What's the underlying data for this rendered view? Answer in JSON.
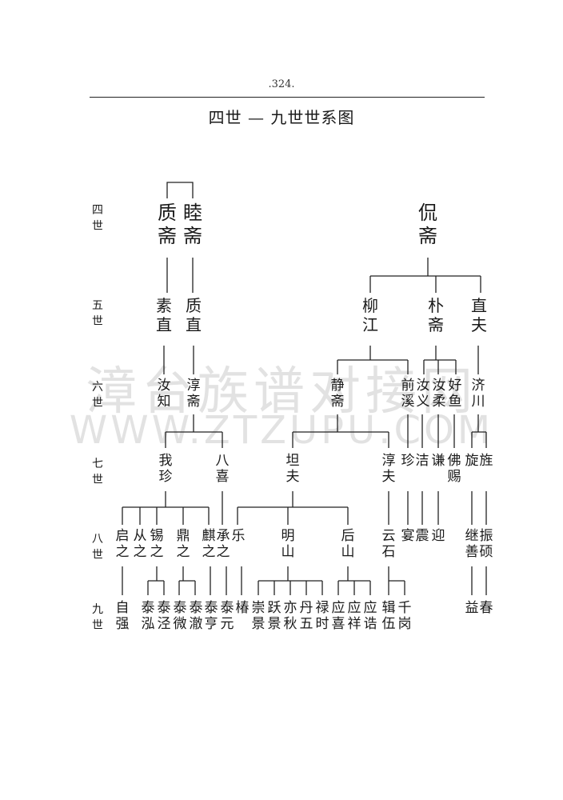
{
  "page_number": ".324.",
  "title": "四世 — 九世世系图",
  "generations": [
    "四世",
    "五世",
    "六世",
    "七世",
    "八世",
    "九世"
  ],
  "watermark": {
    "line1": "漳台族谱对接网",
    "line2": "WWW.ZTZUPU.COM"
  },
  "persons": {
    "g4": [
      {
        "id": "zhizhai",
        "name": "质斋"
      },
      {
        "id": "muzhai",
        "name": "睦斋"
      },
      {
        "id": "kanzhai",
        "name": "侃斋"
      }
    ],
    "g5": [
      {
        "id": "suzhi",
        "name": "素直"
      },
      {
        "id": "zhizhi",
        "name": "质直"
      },
      {
        "id": "liujiang",
        "name": "柳江"
      },
      {
        "id": "puzhai",
        "name": "朴斋"
      },
      {
        "id": "zhifu",
        "name": "直夫"
      }
    ],
    "g6": [
      {
        "id": "ruzhi",
        "name": "汝知"
      },
      {
        "id": "chunzhai",
        "name": "淳斋"
      },
      {
        "id": "jingzhai",
        "name": "静斋"
      },
      {
        "id": "qianxi",
        "name": "前溪"
      },
      {
        "id": "ruyi",
        "name": "汝义"
      },
      {
        "id": "rurou",
        "name": "汝柔"
      },
      {
        "id": "haoyu",
        "name": "好鱼"
      },
      {
        "id": "jichuan",
        "name": "济川"
      }
    ],
    "g7": [
      {
        "id": "wozhen",
        "name": "我珍"
      },
      {
        "id": "baxi",
        "name": "八喜"
      },
      {
        "id": "tanfu",
        "name": "坦夫"
      },
      {
        "id": "chunfu",
        "name": "淳夫"
      },
      {
        "id": "zhen",
        "name": "珍"
      },
      {
        "id": "jie",
        "name": "洁"
      },
      {
        "id": "qian",
        "name": "谦"
      },
      {
        "id": "foci",
        "name": "佛赐"
      },
      {
        "id": "xuan",
        "name": "旋"
      },
      {
        "id": "jing",
        "name": "旌"
      }
    ],
    "g8": [
      {
        "id": "qizhi",
        "name": "启之"
      },
      {
        "id": "congzhi",
        "name": "从之"
      },
      {
        "id": "xizhi",
        "name": "锡之"
      },
      {
        "id": "dingzhi",
        "name": "鼎之"
      },
      {
        "id": "qilinzhi",
        "name": "麒之"
      },
      {
        "id": "chengzhi",
        "name": "承之"
      },
      {
        "id": "le",
        "name": "乐"
      },
      {
        "id": "mingshan",
        "name": "明山"
      },
      {
        "id": "houshan",
        "name": "后山"
      },
      {
        "id": "yunshi",
        "name": "云石"
      },
      {
        "id": "yan",
        "name": "宴"
      },
      {
        "id": "zhen2",
        "name": "震"
      },
      {
        "id": "ying",
        "name": "迎"
      },
      {
        "id": "jishan",
        "name": "继善"
      },
      {
        "id": "zhenshuo",
        "name": "振硕"
      }
    ],
    "g9": [
      {
        "id": "ziqiang",
        "name": "自强"
      },
      {
        "id": "taihong",
        "name": "泰泓"
      },
      {
        "id": "taijing",
        "name": "泰泾"
      },
      {
        "id": "taiwei",
        "name": "泰微"
      },
      {
        "id": "taiche",
        "name": "泰澈"
      },
      {
        "id": "taiheng",
        "name": "泰亨"
      },
      {
        "id": "taiyuan",
        "name": "泰元"
      },
      {
        "id": "chun",
        "name": "椿"
      },
      {
        "id": "chongjing",
        "name": "崇景"
      },
      {
        "id": "yuejing",
        "name": "跃景"
      },
      {
        "id": "yiqiu",
        "name": "亦秋"
      },
      {
        "id": "danwu",
        "name": "丹五"
      },
      {
        "id": "lushi",
        "name": "禄时"
      },
      {
        "id": "yingxi",
        "name": "应喜"
      },
      {
        "id": "yingxiang",
        "name": "应祥"
      },
      {
        "id": "yinggao",
        "name": "应诰"
      },
      {
        "id": "jiwu",
        "name": "辑伍"
      },
      {
        "id": "qiangang",
        "name": "千岗"
      },
      {
        "id": "yi",
        "name": "益"
      },
      {
        "id": "chun2",
        "name": "春"
      }
    ]
  }
}
